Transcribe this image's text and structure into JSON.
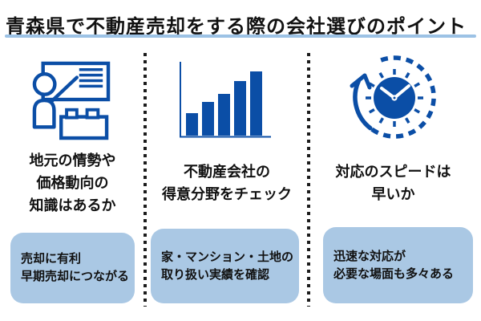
{
  "title": {
    "text": "青森県で不動産売却をする際の会社選びのポイント"
  },
  "columns": [
    {
      "id": "local-knowledge",
      "icon": "presenter-whiteboard-icon",
      "heading": "地元の情勢や\n価格動向の\n知識はあるか",
      "note": "売却に有利\n早期売却につながる"
    },
    {
      "id": "specialty-check",
      "icon": "bar-chart-icon",
      "heading": "不動産会社の\n得意分野をチェック",
      "note": "家・マンション・土地の\n取り扱い実績を確認"
    },
    {
      "id": "response-speed",
      "icon": "clock-rotation-icon",
      "heading": "対応のスピードは\n早いか",
      "note": "迅速な対応が\n必要な場面も多々ある"
    }
  ],
  "colors": {
    "accent_blue": "#0b4ea6",
    "note_box_bg": "#aac8e4",
    "title_underline": "#9cc2e5",
    "divider_dots": "#1b1b1b",
    "text": "#111111"
  }
}
